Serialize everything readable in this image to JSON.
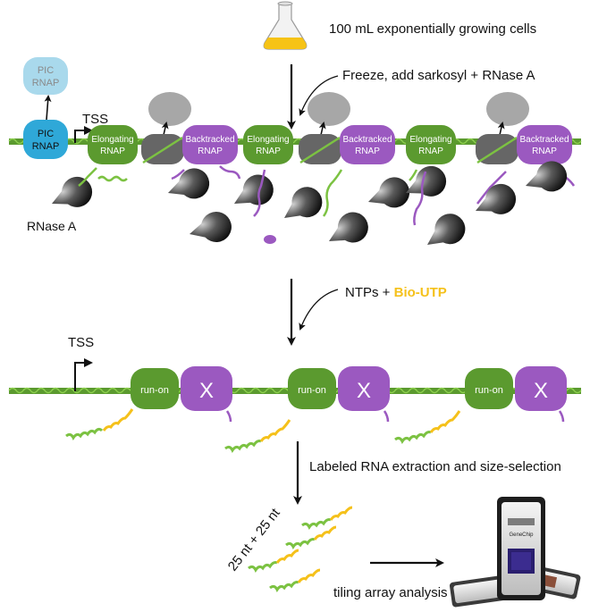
{
  "steps": {
    "culture": "100 mL exponentially growing cells",
    "freeze": "Freeze, add sarkosyl + RNase A",
    "ntps_prefix": "NTPs + ",
    "ntps_highlight": "Bio-UTP",
    "extraction": "Labeled RNA extraction and size-selection",
    "tiling": "tiling array analysis"
  },
  "labels": {
    "tss": "TSS",
    "pic_line1": "PIC",
    "pic_line2": "RNAP",
    "rnase": "RNase A",
    "elong_line1": "Elongating",
    "elong_line2": "RNAP",
    "back_line1": "Backtracked",
    "back_line2": "RNAP",
    "runon": "run-on",
    "x_mark": "X",
    "size": "25 nt + 25 nt",
    "chip_brand": "GeneChip"
  },
  "colors": {
    "green": "#5b9a2f",
    "green_light": "#7cc242",
    "purple": "#9b59c0",
    "blue": "#2fa8d8",
    "blue_light": "#a9d9ec",
    "gray": "#a7a7a7",
    "yellow": "#f5c11b"
  },
  "icons": [
    "flask-icon",
    "rnase-pacman-icon",
    "genechip-icon",
    "arrow-icon"
  ]
}
